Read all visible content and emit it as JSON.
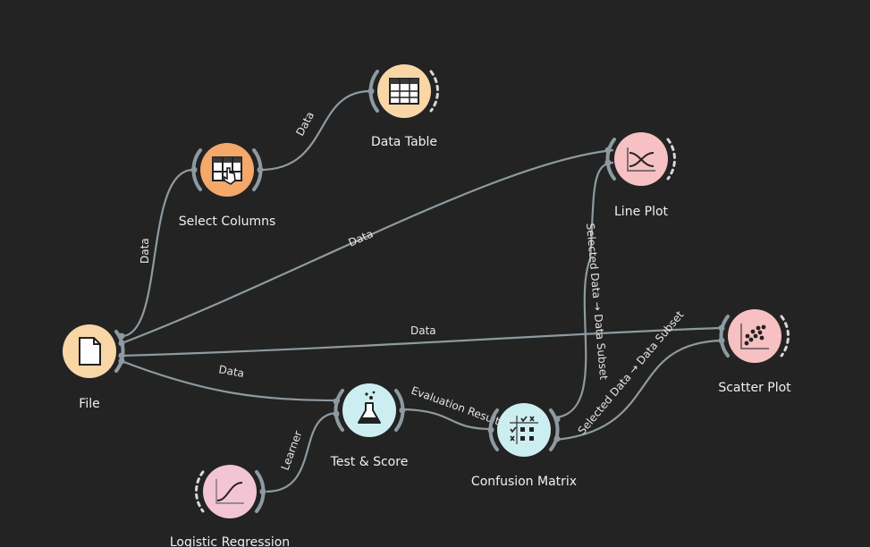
{
  "colors": {
    "background": "#232323",
    "link": "#8e9aa1",
    "data_widget": "#f8d6a6",
    "data_widget_selected": "#f4a86a",
    "visualize_widget": "#f7c0c2",
    "evaluate_widget": "#cdeef0",
    "model_widget": "#f3c4d4"
  },
  "nodes": {
    "file": {
      "title": "File",
      "icon": "file-icon"
    },
    "select_columns": {
      "title": "Select Columns",
      "icon": "select-columns-icon"
    },
    "data_table": {
      "title": "Data Table",
      "icon": "table-icon"
    },
    "line_plot": {
      "title": "Line Plot",
      "icon": "line-plot-icon"
    },
    "scatter_plot": {
      "title": "Scatter Plot",
      "icon": "scatter-plot-icon"
    },
    "test_score": {
      "title": "Test & Score",
      "icon": "flask-icon"
    },
    "confusion_matrix": {
      "title": "Confusion Matrix",
      "icon": "confusion-matrix-icon"
    },
    "logistic_regression": {
      "title": "Logistic Regression",
      "icon": "logistic-curve-icon"
    }
  },
  "links": {
    "file_select_columns": "Data",
    "select_columns_data_table": "Data",
    "file_line_plot": "Data",
    "file_scatter_plot": "Data",
    "file_test_score": "Data",
    "logistic_test_score": "Learner",
    "test_score_confusion": "Evaluation Results",
    "confusion_line_plot": "Selected Data → Data Subset",
    "confusion_scatter_plot": "Selected Data → Data Subset"
  }
}
